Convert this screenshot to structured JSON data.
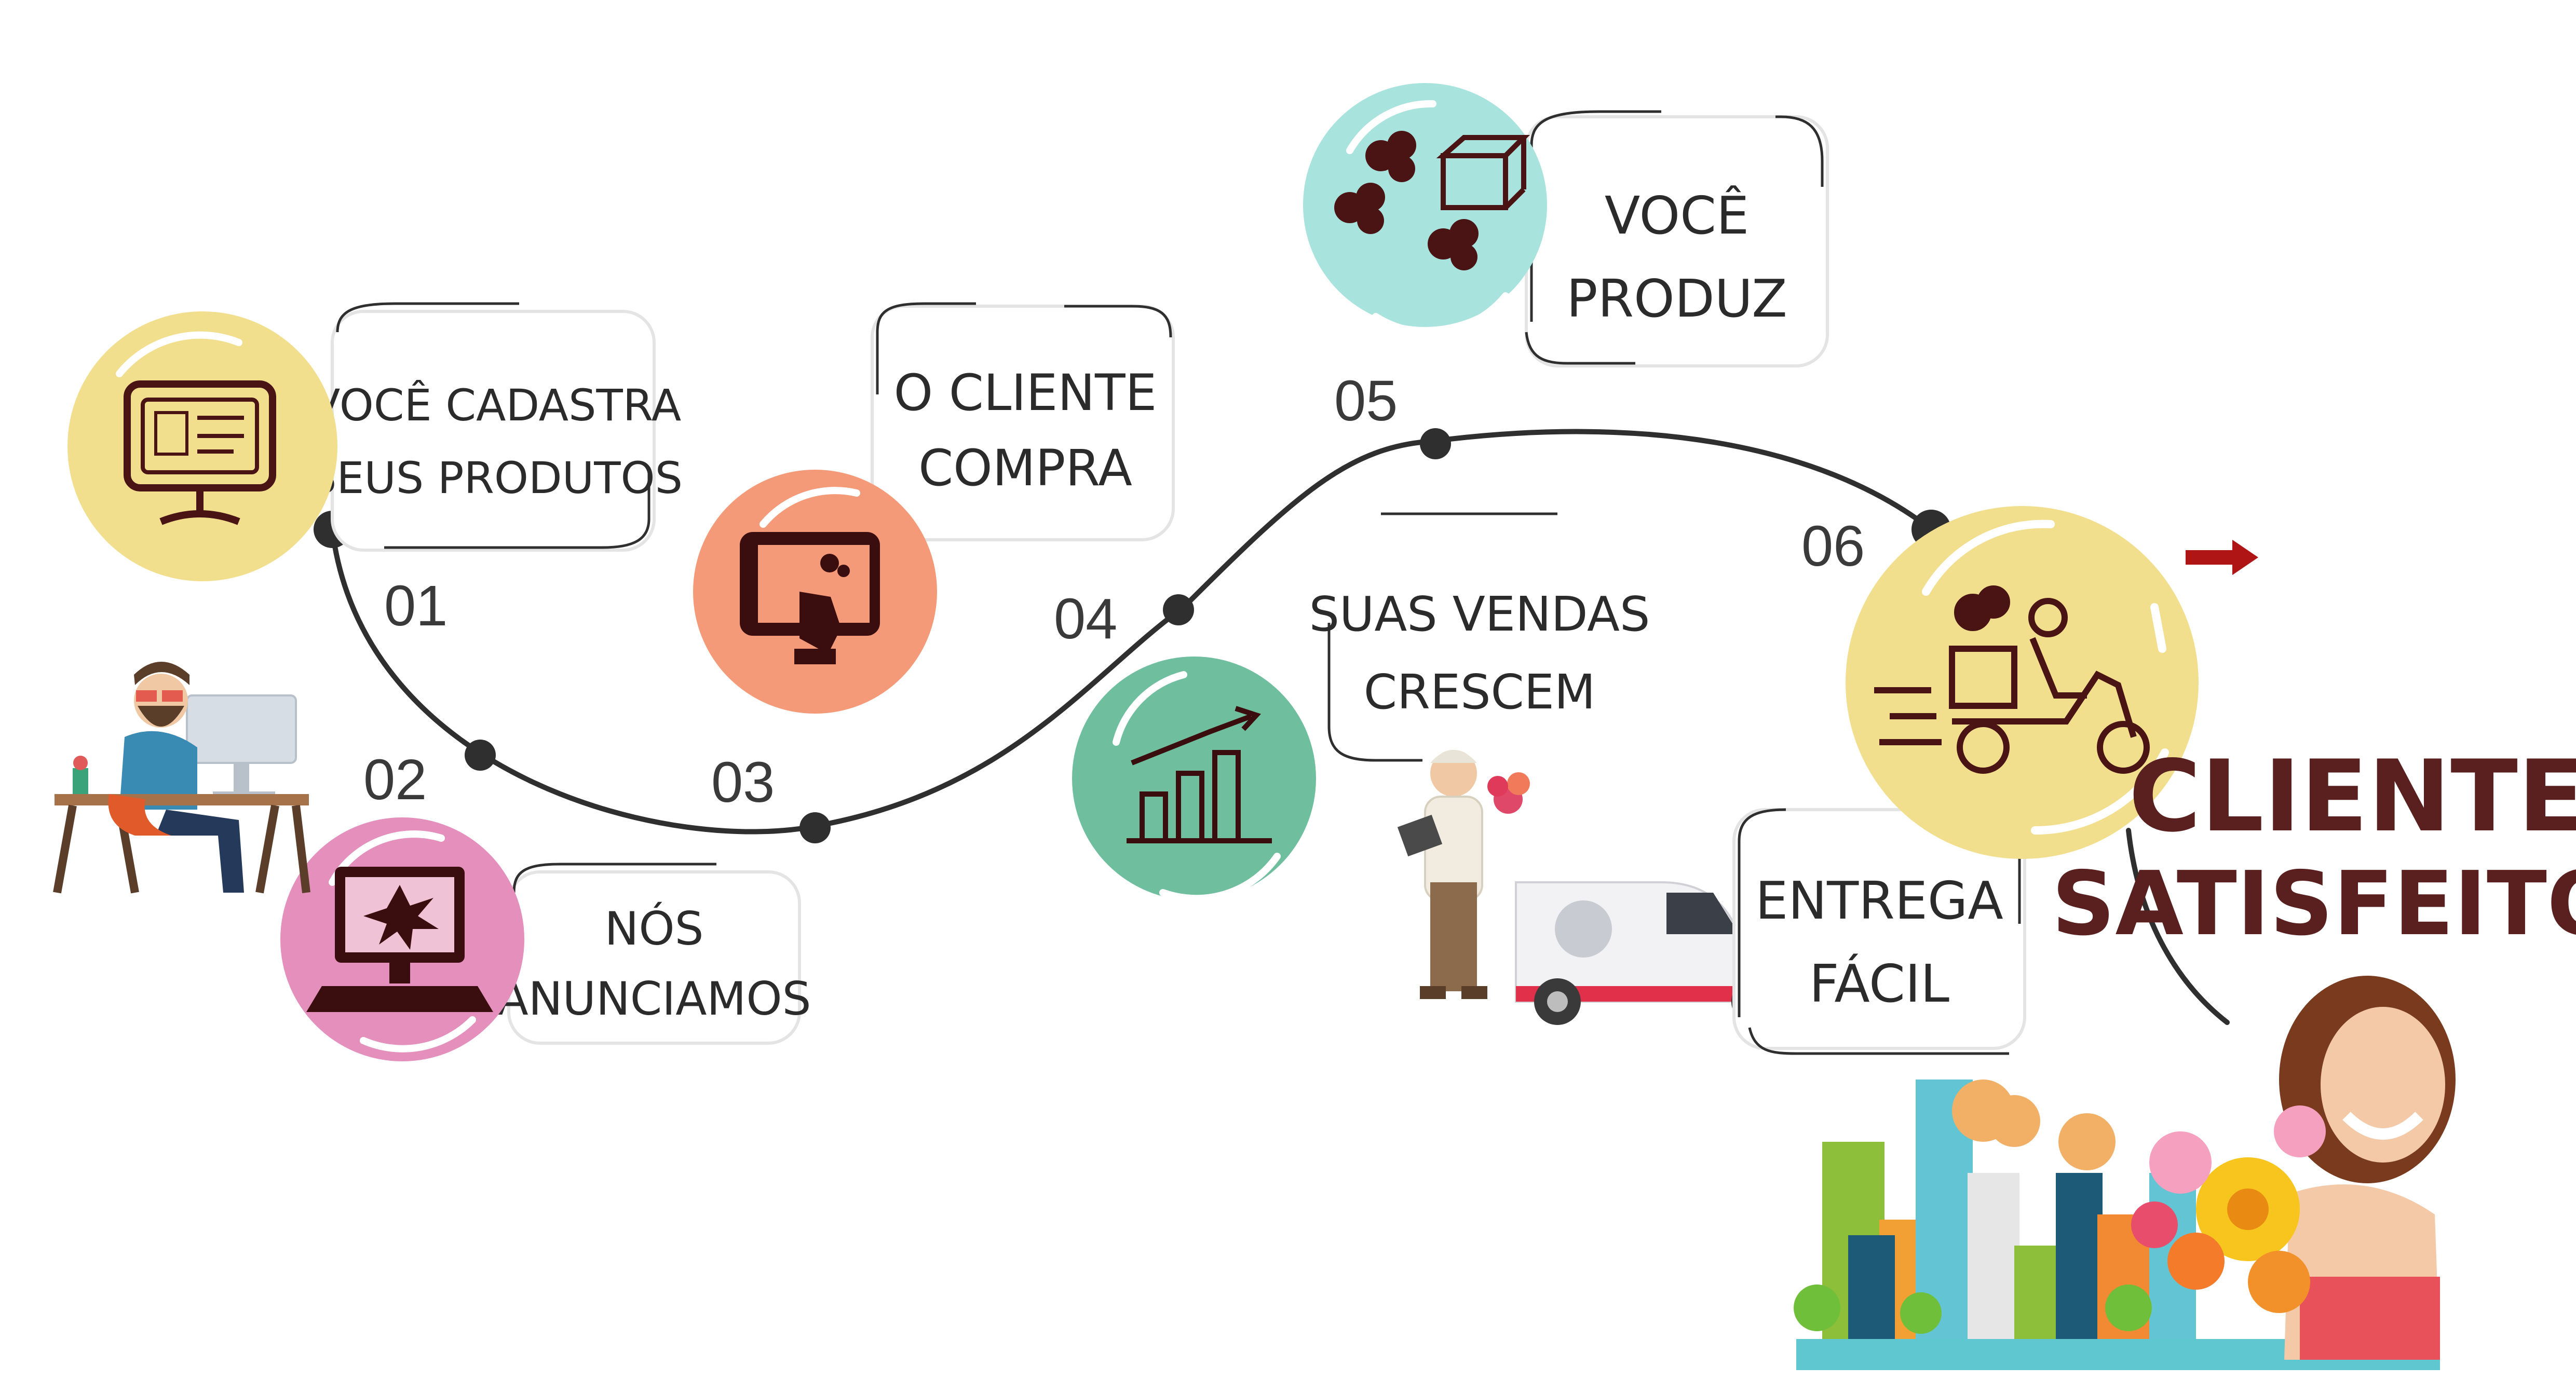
{
  "steps": [
    {
      "number": "01",
      "line1": "VOCÊ CADASTRA",
      "line2": "SEUS PRODUTOS"
    },
    {
      "number": "02",
      "line1": "NÓS",
      "line2": "ANUNCIAMOS"
    },
    {
      "number": "03",
      "line1": "O CLIENTE",
      "line2": "COMPRA"
    },
    {
      "number": "04",
      "line1": "SUAS VENDAS",
      "line2": "CRESCEM"
    },
    {
      "number": "05",
      "line1": "VOCÊ",
      "line2": "PRODUZ"
    },
    {
      "number": "06",
      "line1": "ENTREGA",
      "line2": "FÁCIL"
    }
  ],
  "final": {
    "line1": "CLIENTE",
    "line2": "SATISFEITO!"
  },
  "colors": {
    "yellow": "#f1df8e",
    "pink": "#e48fbc",
    "salmon": "#f59a78",
    "green": "#6fbf9f",
    "teal": "#a9e3de",
    "icon": "#4a1414",
    "path": "#2f2f2f",
    "accent_red": "#b01515"
  }
}
